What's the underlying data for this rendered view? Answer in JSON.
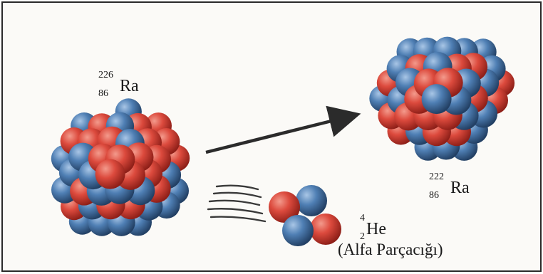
{
  "parent": {
    "mass_number": "226",
    "atomic_number": "86",
    "symbol": "Ra"
  },
  "daughter": {
    "mass_number": "222",
    "atomic_number": "86",
    "symbol": "Ra"
  },
  "alpha": {
    "mass_number": "4",
    "atomic_number": "2",
    "symbol": "He",
    "caption": "(Alfa Parçacığı)"
  },
  "colors": {
    "proton": "#d9443a",
    "neutron": "#4a79ad",
    "arrow": "#2b2b2b",
    "border": "#2a2a2a"
  }
}
